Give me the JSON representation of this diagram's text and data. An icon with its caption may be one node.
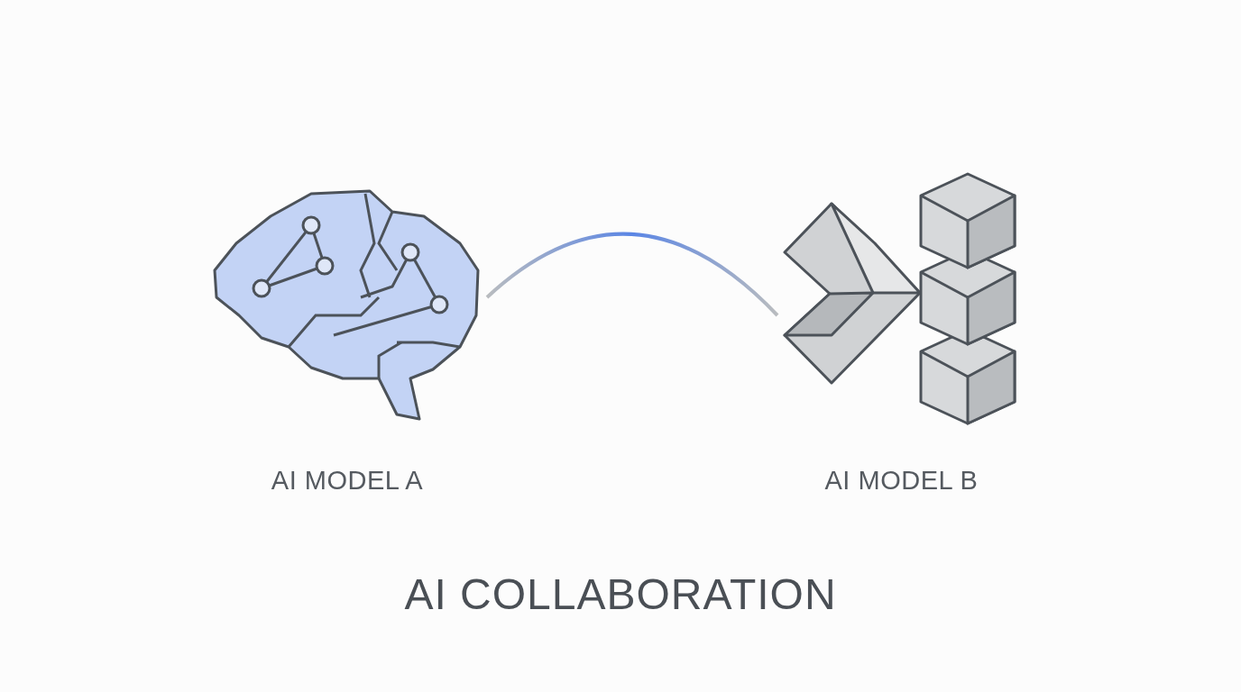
{
  "diagram": {
    "caption": "AI COLLABORATION",
    "nodes": [
      {
        "text": [
          "AI MODEL A"
        ]
      },
      {
        "text": [
          "AI MODEL B"
        ]
      }
    ],
    "edges": [
      {
        "from": 0,
        "to": 1,
        "arrow": "none"
      }
    ]
  }
}
